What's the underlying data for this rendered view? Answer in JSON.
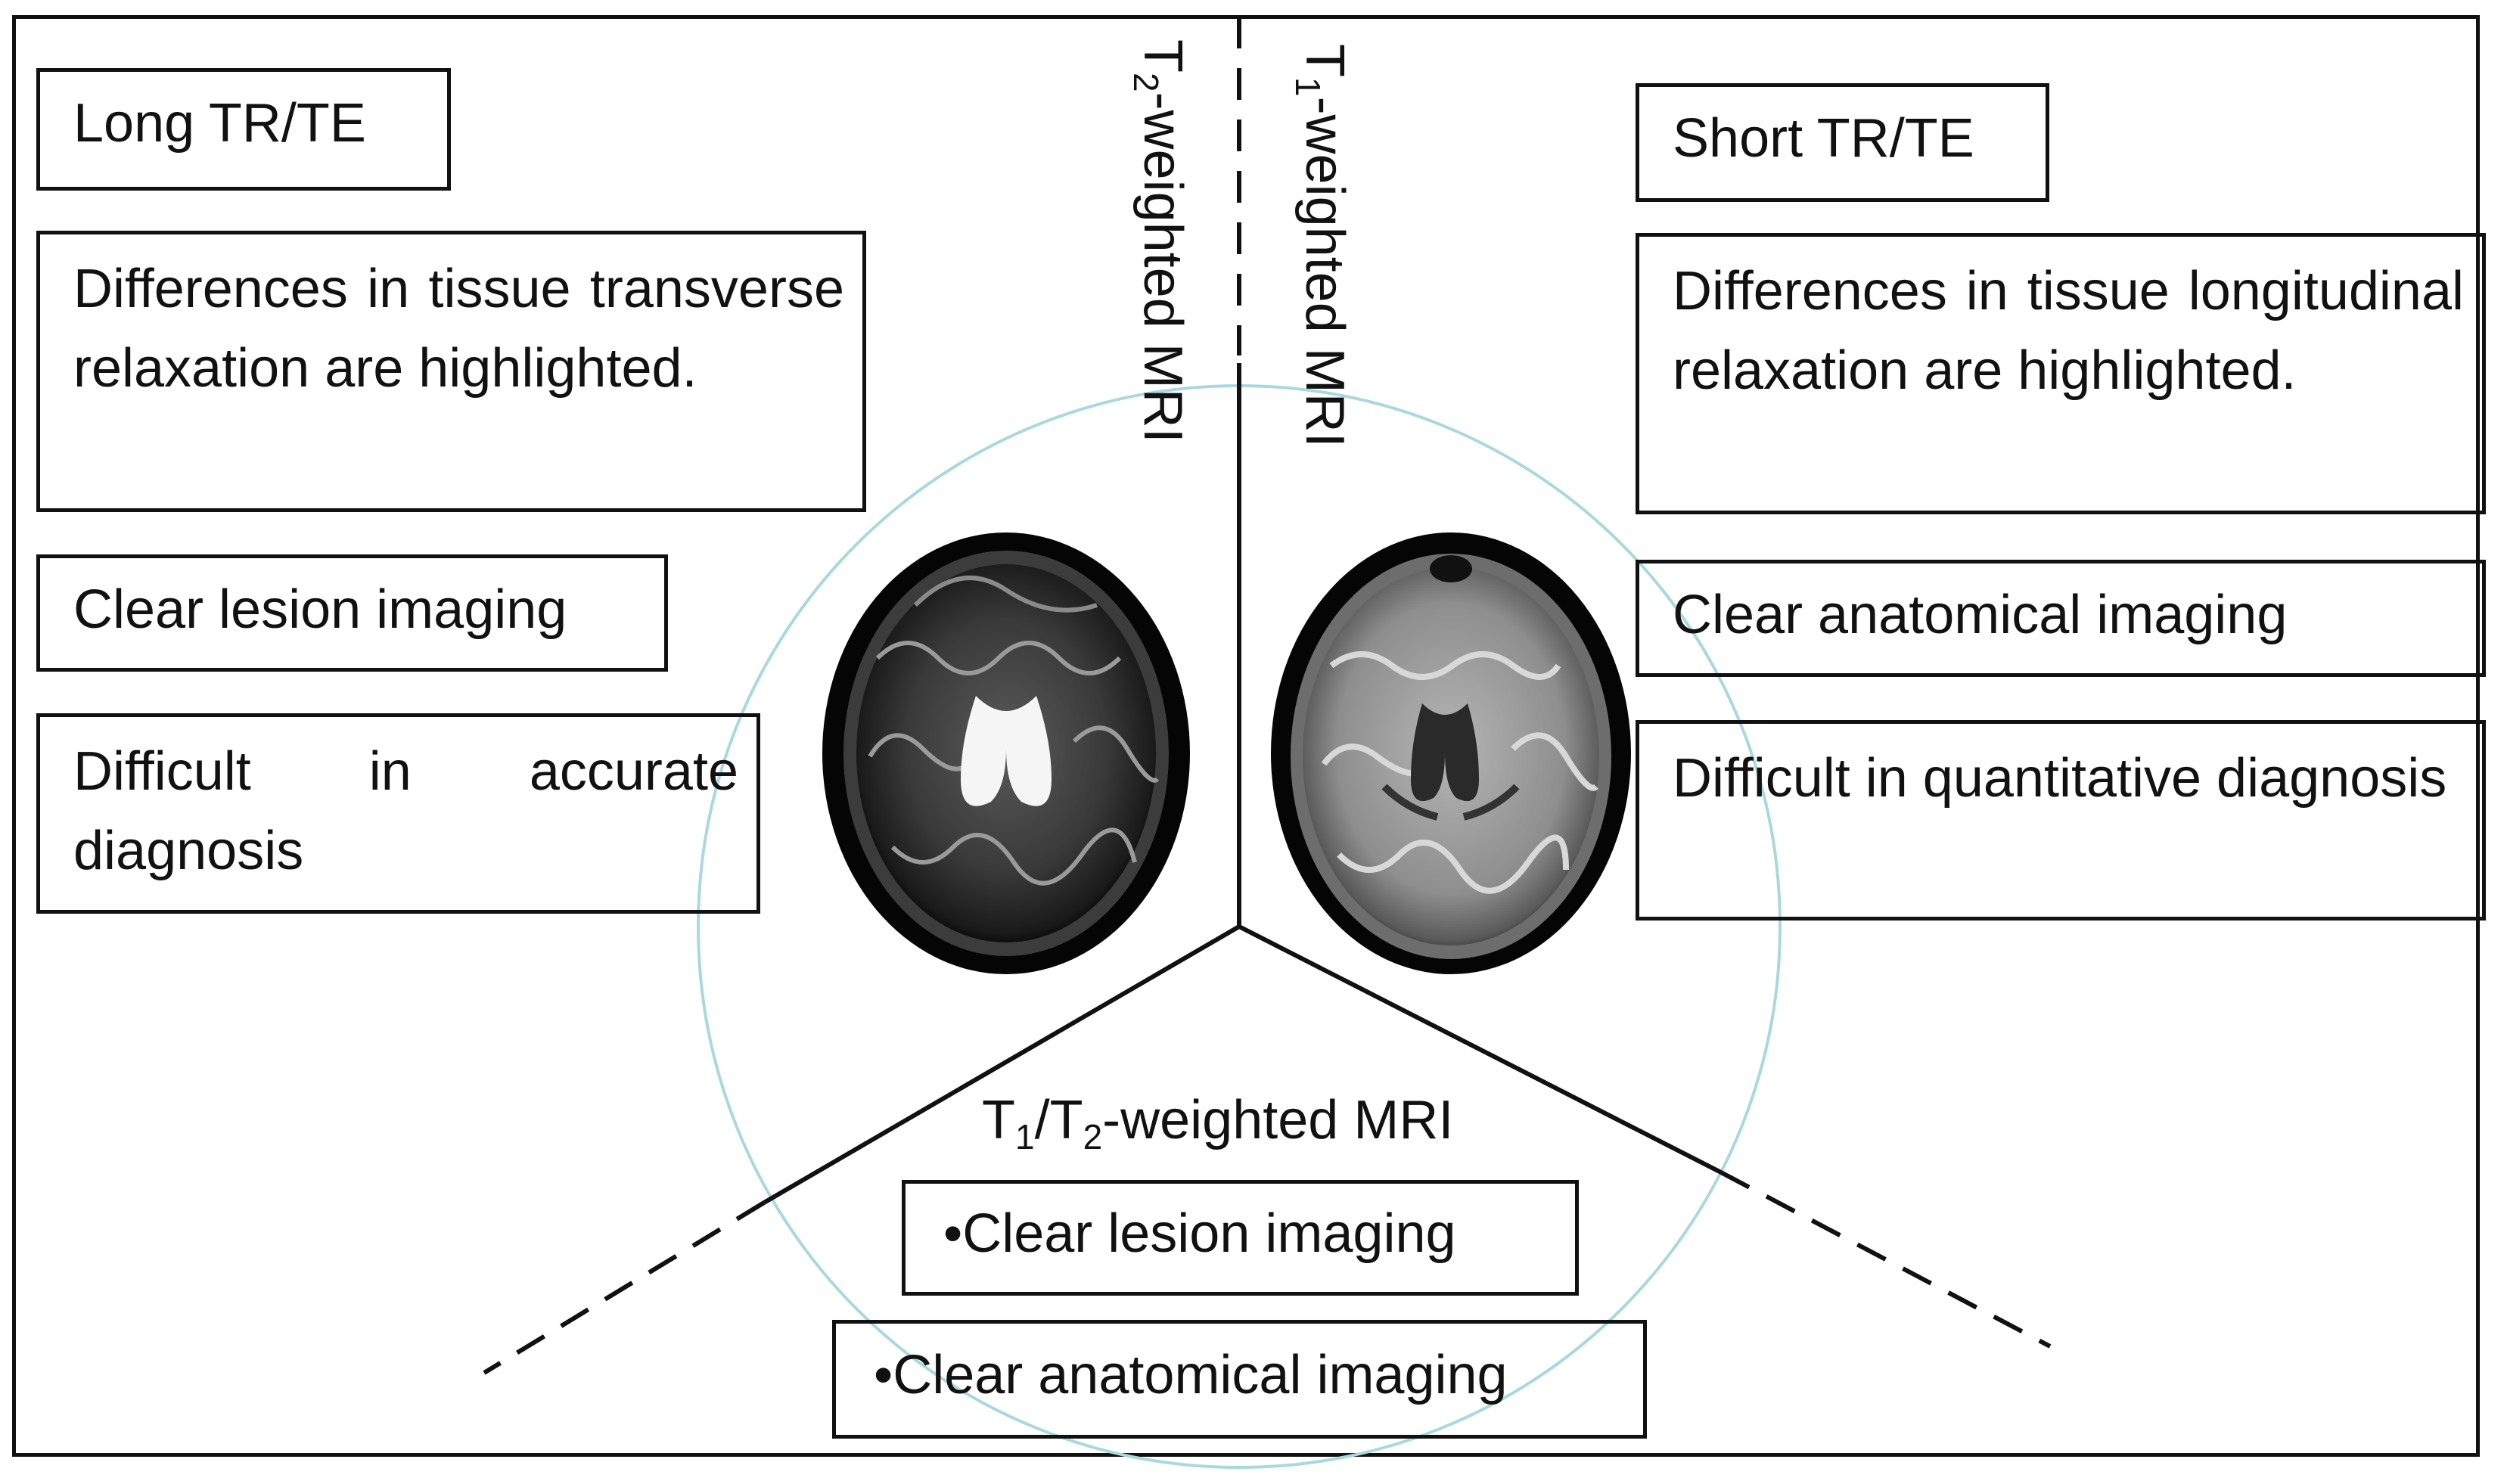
{
  "left": {
    "header": "Long TR/TE",
    "description": "Differences in tissue transverse relaxation are highlighted.",
    "advantage": "Clear lesion imaging",
    "limitation": "Difficult in accurate diagnosis"
  },
  "right": {
    "header": "Short TR/TE",
    "description": "Differences in tissue longitudinal relaxation are highlighted.",
    "advantage": "Clear anatomical imaging",
    "limitation": "Difficult in quantitative diagnosis"
  },
  "bottom": {
    "item1": "•Clear lesion imaging",
    "item2": "•Clear anatomical imaging"
  },
  "labels": {
    "t2": {
      "prefix": "T",
      "sub": "2",
      "suffix": "-weighted MRI"
    },
    "t1": {
      "prefix": "T",
      "sub": "1",
      "suffix": "-weighted MRI"
    },
    "t1t2": {
      "prefix1": "T",
      "sub1": "1",
      "mid": "/T",
      "sub2": "2",
      "suffix": "-weighted MRI"
    }
  },
  "colors": {
    "circle": "#a9d8e0",
    "lines": "#111111"
  }
}
